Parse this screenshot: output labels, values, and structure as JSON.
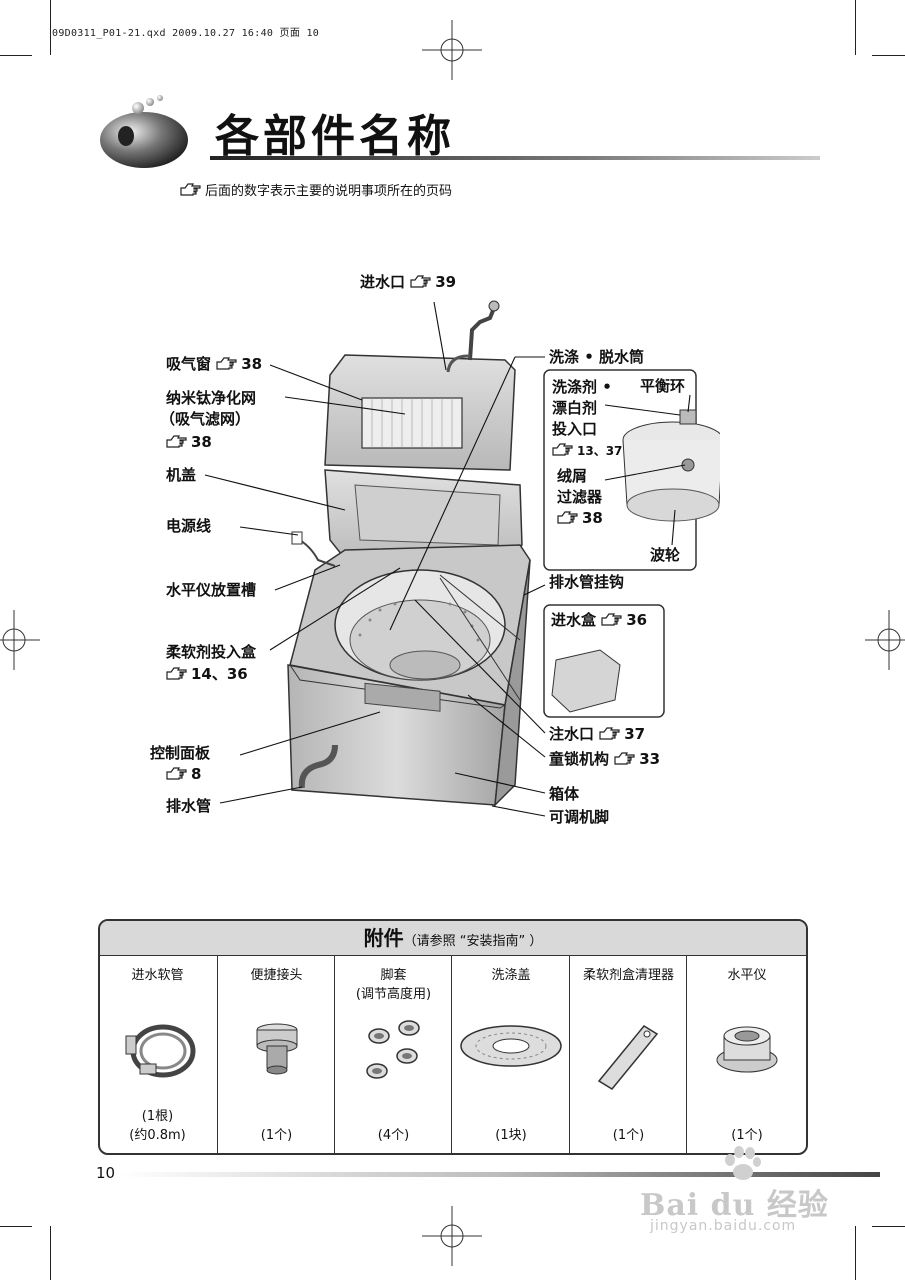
{
  "header": {
    "file_info": "09D0311_P01-21.qxd  2009.10.27  16:40  页面 10"
  },
  "title": "各部件名称",
  "note": "后面的数字表示主要的说明事项所在的页码",
  "labels": {
    "water_inlet": "进水口",
    "water_inlet_page": "39",
    "air_window": "吸气窗",
    "air_window_page": "38",
    "filter_net": "纳米钛净化网",
    "filter_net_sub": "（吸气滤网）",
    "filter_net_page": "38",
    "lid": "机盖",
    "power_cord": "电源线",
    "level_slot": "水平仪放置槽",
    "softener_box": "柔软剂投入盒",
    "softener_box_pages": "14、36",
    "control_panel": "控制面板",
    "control_panel_page": "8",
    "drain_hose": "排水管",
    "wash_tub": "洗涤 • 脱水筒",
    "detergent_l1": "洗涤剂 •",
    "detergent_l2": "漂白剂",
    "detergent_l3": "投入口",
    "detergent_pages": "13、37",
    "balance_ring": "平衡环",
    "lint_l1": "绒屑",
    "lint_l2": "过滤器",
    "lint_page": "38",
    "pulsator": "波轮",
    "drain_hook": "排水管挂钩",
    "inlet_box": "进水盒",
    "inlet_box_page": "36",
    "water_injection": "注水口",
    "water_injection_page": "37",
    "child_lock": "童锁机构",
    "child_lock_page": "33",
    "cabinet": "箱体",
    "adjustable_foot": "可调机脚"
  },
  "accessories": {
    "title": "附件",
    "subtitle": "（请参照 “安装指南” ）",
    "items": [
      {
        "name": "进水软管",
        "name2": "",
        "qty": "(1根)",
        "qty2": "(约0.8m)"
      },
      {
        "name": "便捷接头",
        "name2": "",
        "qty": "(1个)",
        "qty2": ""
      },
      {
        "name": "脚套",
        "name2": "(调节高度用)",
        "qty": "(4个)",
        "qty2": ""
      },
      {
        "name": "洗涤盖",
        "name2": "",
        "qty": "(1块)",
        "qty2": ""
      },
      {
        "name": "柔软剂盒清理器",
        "name2": "",
        "qty": "(1个)",
        "qty2": ""
      },
      {
        "name": "水平仪",
        "name2": "",
        "qty": "(1个)",
        "qty2": ""
      }
    ]
  },
  "page_number": "10",
  "watermark": {
    "brand": "Bai du 经验",
    "url": "jingyan.baidu.com"
  }
}
